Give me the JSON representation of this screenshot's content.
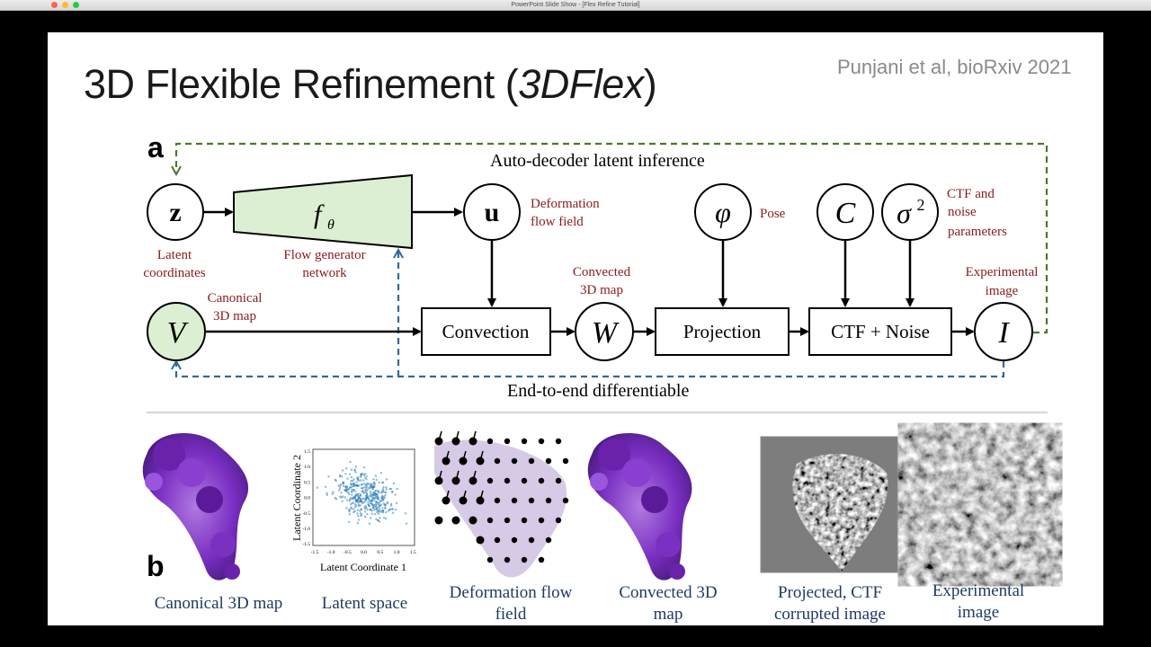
{
  "window": {
    "title": "PowerPoint Slide Show - [Flex Refine Tutorial]"
  },
  "slide": {
    "title_main": "3D Flexible Refinement (",
    "title_italic": "3DFlex",
    "title_end": ")",
    "citation": "Punjani et al, bioRxiv 2021"
  },
  "diagram": {
    "panel_a": "a",
    "panel_b": "b",
    "top_loop_label": "Auto-decoder latent inference",
    "bottom_loop_label": "End-to-end differentiable",
    "nodes": {
      "z": "z",
      "f": "f",
      "f_sub": "θ",
      "u": "u",
      "phi": "φ",
      "C": "C",
      "sigma": "σ",
      "sigma_sup": "2",
      "V": "V",
      "W": "W",
      "I": "I"
    },
    "boxes": {
      "convection": "Convection",
      "projection": "Projection",
      "ctf_noise": "CTF + Noise"
    },
    "labels": {
      "latent_1": "Latent",
      "latent_2": "coordinates",
      "flow_gen_1": "Flow generator",
      "flow_gen_2": "network",
      "deform_1": "Deformation",
      "deform_2": "flow field",
      "pose": "Pose",
      "ctf_1": "CTF and",
      "ctf_2": "noise",
      "ctf_3": "parameters",
      "canonical_1": "Canonical",
      "canonical_2": "3D map",
      "convected_1": "Convected",
      "convected_2": "3D map",
      "experimental_1": "Experimental",
      "experimental_2": "image"
    },
    "colors": {
      "green_loop": "#4a7a2a",
      "blue_loop": "#2e6a9e",
      "node_fill_green": "#dcefd2",
      "label_red": "#8b1a1a"
    }
  },
  "scatter": {
    "xlabel": "Latent Coordinate 1",
    "ylabel": "Latent Coordinate 2",
    "x_ticks": [
      "-1.5",
      "-1.0",
      "-0.5",
      "0.0",
      "0.5",
      "1.0",
      "1.5"
    ],
    "y_ticks": [
      "1.5",
      "1.0",
      "0.5",
      "0.0",
      "-0.5",
      "-1.0",
      "-1.5"
    ]
  },
  "captions": {
    "canonical": "Canonical 3D map",
    "latent": "Latent space",
    "deform_1": "Deformation flow",
    "deform_2": "field",
    "convected_1": "Convected 3D",
    "convected_2": "map",
    "projected_1": "Projected, CTF",
    "projected_2": "corrupted image",
    "experimental_1": "Experimental",
    "experimental_2": "image"
  }
}
